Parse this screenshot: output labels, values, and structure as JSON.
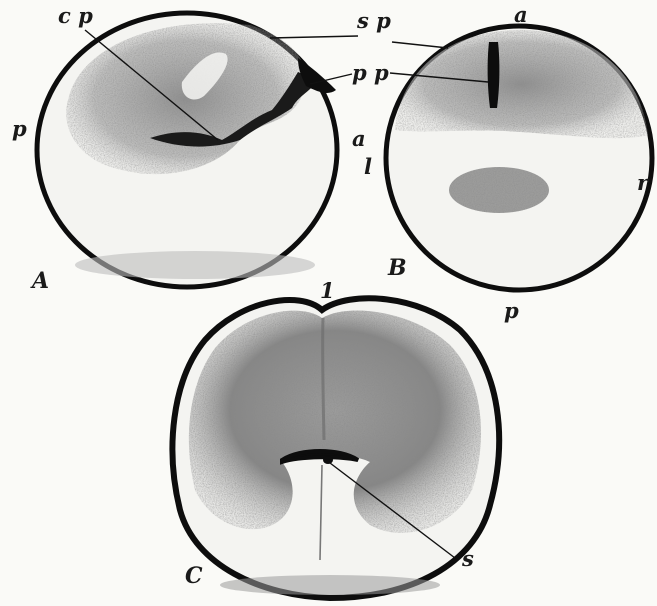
{
  "labels": {
    "a_cp": "c p",
    "a_sp": "s p",
    "a_pp": "p p",
    "a_p": "p",
    "a_a": "a",
    "a_l": "l",
    "a_caption": "A",
    "b_a": "a",
    "b_r": "r",
    "b_p": "p",
    "b_caption": "B",
    "c_1": "1",
    "c_s": "s",
    "c_caption": "C"
  },
  "colors": {
    "outline": "#0d0d0d",
    "shade": "#6f6f6f",
    "background": "#fafaf7"
  }
}
